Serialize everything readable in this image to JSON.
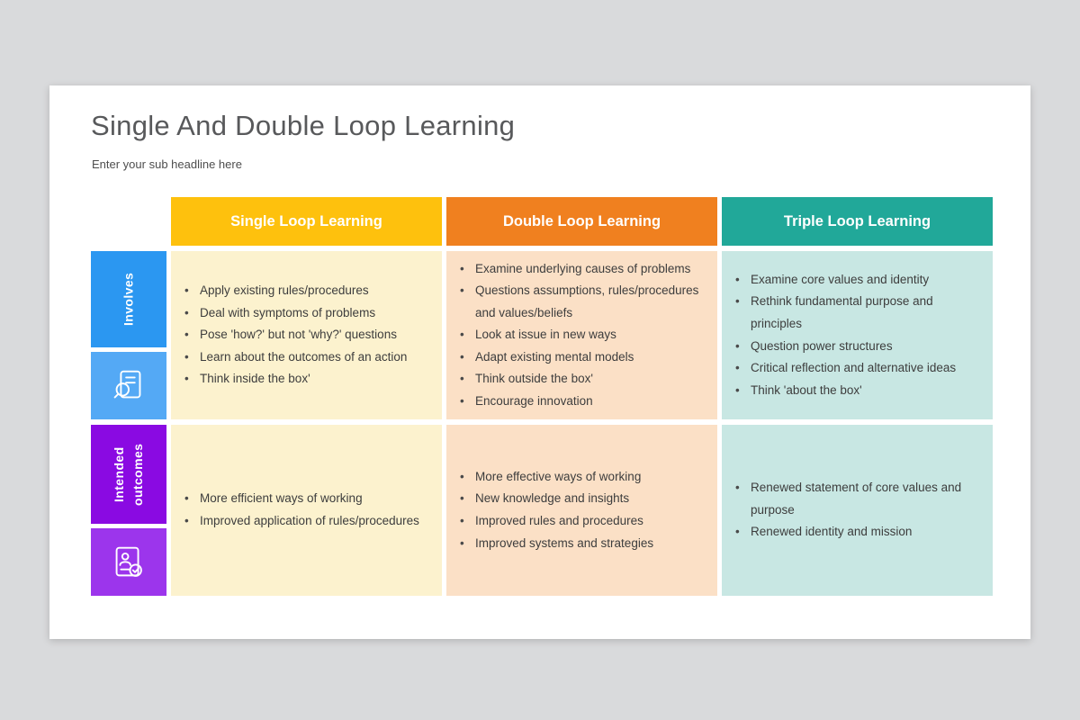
{
  "page": {
    "title": "Single And Double Loop Learning",
    "subtitle": "Enter your sub headline here"
  },
  "colors": {
    "canvas_background": "#d9dadc",
    "slide_background": "#ffffff"
  },
  "table": {
    "columns": [
      {
        "label": "Single Loop Learning",
        "header_color": "#fec10d",
        "cell_color": "#fcf2ce"
      },
      {
        "label": "Double Loop Learning",
        "header_color": "#f0801f",
        "cell_color": "#fbe0c6"
      },
      {
        "label": "Triple Loop Learning",
        "header_color": "#21a899",
        "cell_color": "#c8e7e3"
      }
    ],
    "rows": [
      {
        "label": "Involves",
        "label_color": "#2b97f1",
        "icon_bg_color": "#54a9f5",
        "icon": "document-magnifier-icon",
        "cells": [
          [
            "Apply existing rules/procedures",
            "Deal with symptoms of problems",
            "Pose 'how?' but not 'why?' questions",
            "Learn about the outcomes of an action",
            "Think inside the box'"
          ],
          [
            "Examine underlying causes of problems",
            "Questions assumptions, rules/procedures and values/beliefs",
            "Look at issue in new ways",
            "Adapt existing mental models",
            "Think outside the box'",
            "Encourage innovation"
          ],
          [
            "Examine core values and identity",
            "Rethink fundamental purpose and principles",
            "Question power structures",
            "Critical reflection and alternative ideas",
            "Think 'about the box'"
          ]
        ]
      },
      {
        "label": "Intended outcomes",
        "label_color": "#8a0ae2",
        "icon_bg_color": "#9c35ec",
        "icon": "id-card-check-icon",
        "cells": [
          [
            "More efficient ways of working",
            "Improved application of rules/procedures"
          ],
          [
            "More effective ways of working",
            "New knowledge and insights",
            "Improved rules and procedures",
            "Improved systems and strategies"
          ],
          [
            "Renewed statement of core values and purpose",
            "Renewed identity and mission"
          ]
        ]
      }
    ]
  }
}
